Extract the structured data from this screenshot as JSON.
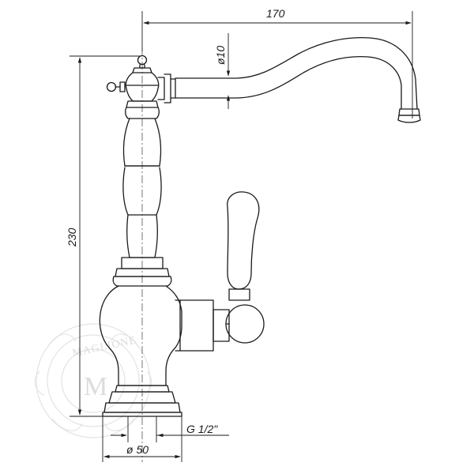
{
  "dimensions": {
    "width": "170",
    "height": "230",
    "spout_diameter": "ø10",
    "base_diameter": "ø 50",
    "thread": "G 1/2\""
  },
  "watermark": {
    "text": "MAGLIONE",
    "monogram": "M"
  }
}
